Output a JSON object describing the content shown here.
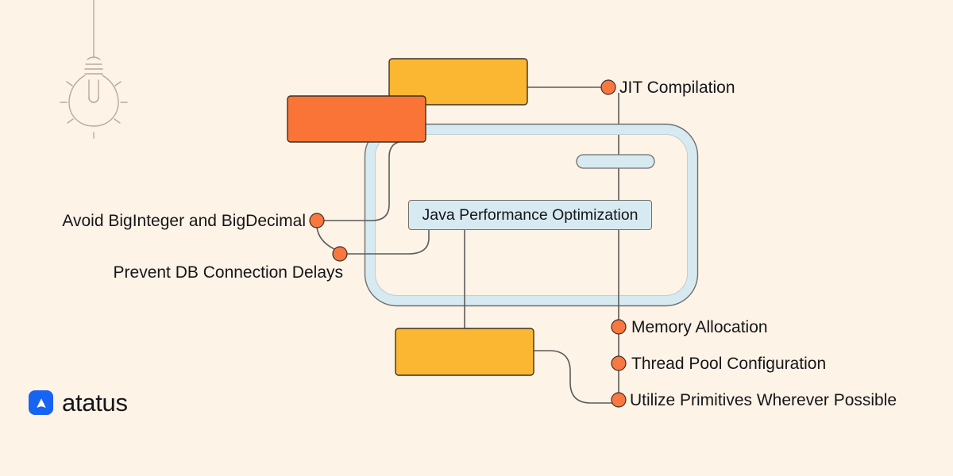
{
  "page": {
    "background_color": "#fdf3e6",
    "text_color": "#15161a"
  },
  "brand": {
    "name": "atatus",
    "mark_icon": "atatus-arrow-icon",
    "mark_color": "#1763f3"
  },
  "decor": {
    "bulb_icon": "hanging-lightbulb-icon",
    "bulb_color": "#b9aa9a"
  },
  "diagram": {
    "center": {
      "label": "Java Performance Optimization",
      "fill": "#d8eaf1",
      "stroke": "#6f6f6f"
    },
    "container": {
      "name": "phone-outline-frame",
      "border_color": "#d8eaf1",
      "outline_color": "#6f6f6f",
      "speaker_pill": "speaker-pill"
    },
    "blocks": [
      {
        "name": "yellow-block-top",
        "color": "#fbb731"
      },
      {
        "name": "orange-block",
        "color": "#fa7438"
      },
      {
        "name": "yellow-block-bottom",
        "color": "#fbb731"
      }
    ],
    "dot_color": "#f97740",
    "connector_color": "#5b5b5b",
    "nodes_right": [
      {
        "label": "JIT Compilation"
      },
      {
        "label": "Memory Allocation"
      },
      {
        "label": "Thread Pool Configuration"
      },
      {
        "label": "Utilize Primitives Wherever Possible"
      }
    ],
    "nodes_left": [
      {
        "label": "Avoid BigInteger and BigDecimal"
      },
      {
        "label": "Prevent DB Connection Delays"
      }
    ]
  }
}
